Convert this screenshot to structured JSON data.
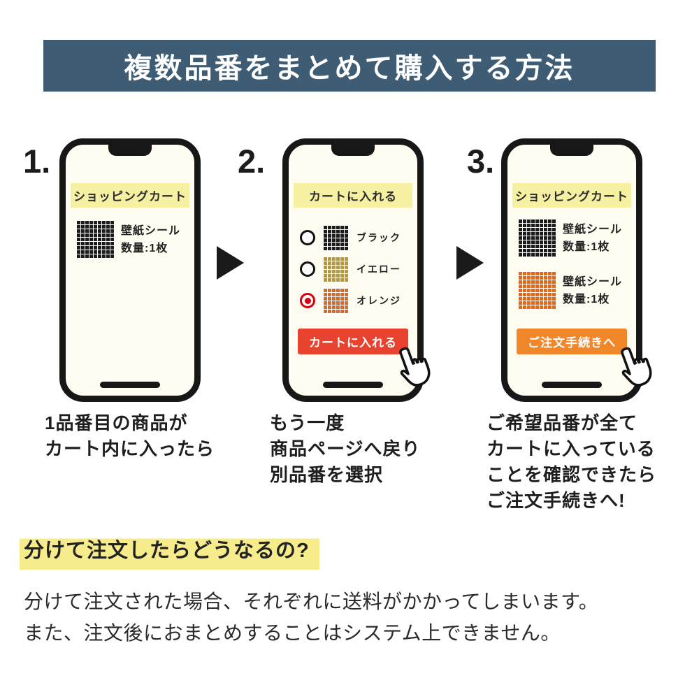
{
  "colors": {
    "header_bg": "#3e5c74",
    "banner_yellow": "#f6f0a2",
    "button_red": "#e8432e",
    "button_orange": "#f0872a",
    "highlight_yellow": "#f6ec8c",
    "radio_red": "#d7000f",
    "swatch_black": "#1c1c1c",
    "swatch_yellow": "#b5993c",
    "swatch_orange": "#dd6a1e"
  },
  "header": {
    "title": "複数品番をまとめて購入する方法"
  },
  "steps": [
    {
      "number": "1.",
      "phone": {
        "banner": "ショッピングカート",
        "items": [
          {
            "swatch": "black",
            "lines": [
              "壁紙シール",
              "数量:1枚"
            ]
          }
        ]
      },
      "caption": [
        "1品番目の商品が",
        "カート内に入ったら"
      ]
    },
    {
      "number": "2.",
      "phone": {
        "banner": "カートに入れる",
        "options": [
          {
            "label": "ブラック",
            "swatch": "black",
            "selected": false
          },
          {
            "label": "イエロー",
            "swatch": "yellow",
            "selected": false
          },
          {
            "label": "オレンジ",
            "swatch": "orange",
            "selected": true
          }
        ],
        "button": "カートに入れる"
      },
      "caption": [
        "もう一度",
        "商品ページへ戻り",
        "別品番を選択"
      ]
    },
    {
      "number": "3.",
      "phone": {
        "banner": "ショッピングカート",
        "items": [
          {
            "swatch": "black",
            "lines": [
              "壁紙シール",
              "数量:1枚"
            ]
          },
          {
            "swatch": "orange",
            "lines": [
              "壁紙シール",
              "数量:1枚"
            ]
          }
        ],
        "button": "ご注文手続きへ"
      },
      "caption": [
        "ご希望品番が全て",
        "カートに入っている",
        "ことを確認できたら",
        "ご注文手続きへ!"
      ]
    }
  ],
  "footer": {
    "heading": "分けて注文したらどうなるの?",
    "body": [
      "分けて注文された場合、それぞれに送料がかかってしまいます。",
      "また、注文後におまとめすることはシステム上できません。"
    ]
  }
}
